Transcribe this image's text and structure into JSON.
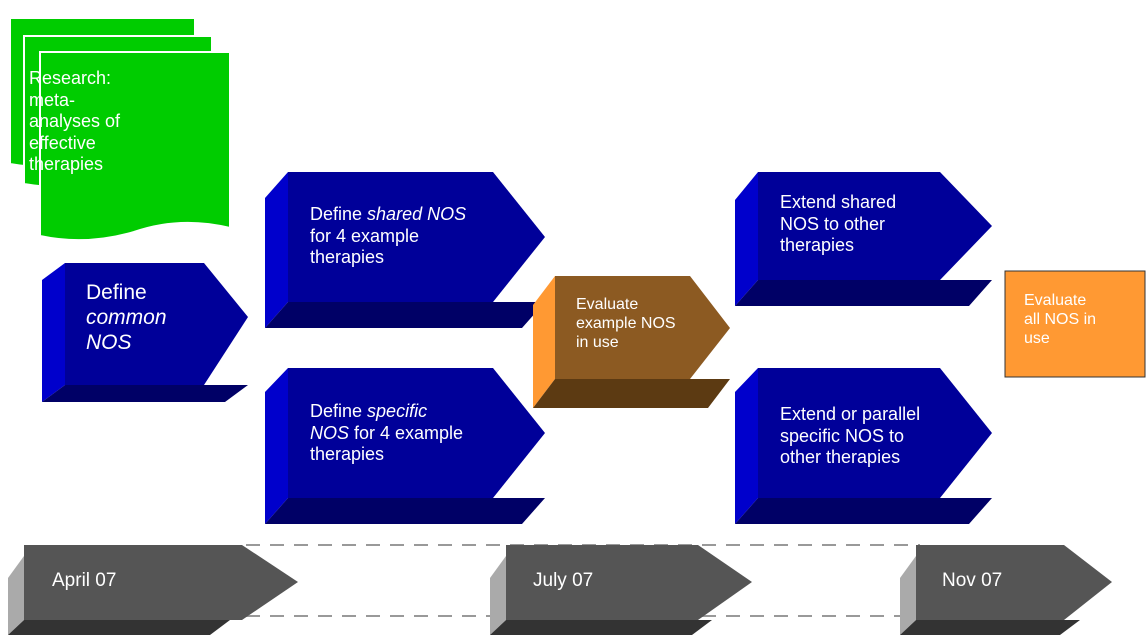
{
  "research": {
    "lines": [
      "Research:",
      "meta-",
      "analyses of",
      "effective",
      "therapies"
    ]
  },
  "common": {
    "line1": "Define",
    "line2": "common",
    "line3": "NOS"
  },
  "shared": {
    "pre": "Define ",
    "em": "shared NOS",
    "line2": "for 4 example",
    "line3": "therapies"
  },
  "specific": {
    "pre": "Define ",
    "em": "specific",
    "em2": "NOS",
    "post": " for 4 example",
    "line3": "therapies"
  },
  "evaluate_example": {
    "line1": "Evaluate",
    "line2": "example NOS",
    "line3": "in use"
  },
  "extend_shared": {
    "line1": "Extend shared",
    "line2": "NOS to other",
    "line3": "therapies"
  },
  "extend_specific": {
    "line1": "Extend or parallel",
    "line2": "specific NOS to",
    "line3": "other therapies"
  },
  "evaluate_all": {
    "line1": "Evaluate",
    "line2": "all NOS in",
    "line3": "use"
  },
  "timeline": {
    "labels": [
      "April 07",
      "July 07",
      "Nov 07"
    ]
  },
  "colors": {
    "navy": "#000099",
    "brown": "#8c5a22",
    "orange": "#ff9933",
    "green": "#00cc00",
    "gray": "#555555"
  }
}
